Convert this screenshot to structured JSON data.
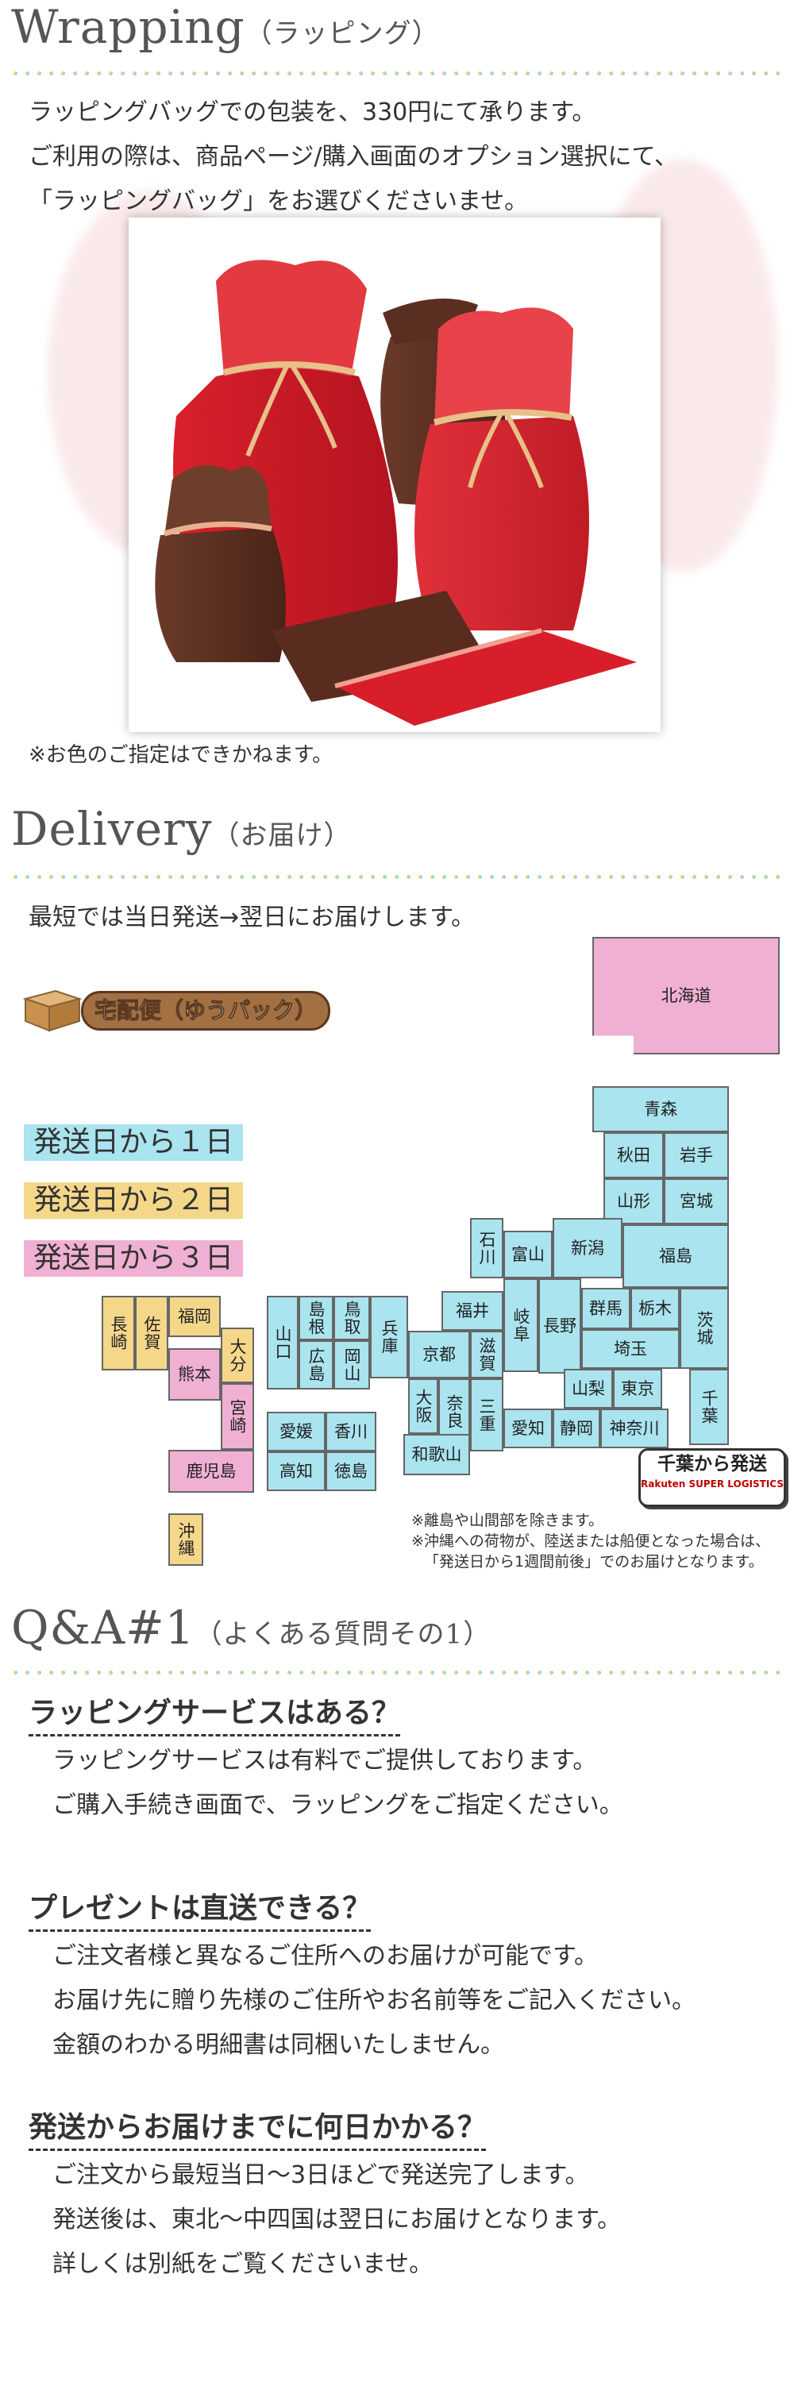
{
  "wrapping": {
    "title": "Wrapping",
    "subtitle": "（ラッピング）",
    "lines": [
      "ラッピングバッグでの包装を、330円にて承ります。",
      "ご利用の際は、商品ページ/購入画面のオプション選択にて、",
      "「ラッピングバッグ」をお選びくださいませ。"
    ],
    "note": "※お色のご指定はできかねます。"
  },
  "delivery": {
    "title": "Delivery",
    "subtitle": "（お届け）",
    "line": "最短では当日発送→翌日にお届けします。",
    "carrier": "宅配便（ゆうパック）",
    "legend": [
      {
        "label": "発送日から１日",
        "color": "#a9e4ef"
      },
      {
        "label": "発送日から２日",
        "color": "#f5d78a"
      },
      {
        "label": "発送日から３日",
        "color": "#f0b0d3"
      }
    ],
    "origin_label": "千葉から発送",
    "origin_brand": "Rakuten SUPER LOGISTICS",
    "notes": [
      "※離島や山間部を除きます。",
      "※沖縄への荷物が、陸送または船便となった場合は、",
      "「発送日から1週間前後」でのお届けとなります。"
    ],
    "prefectures": {
      "hokkaido": "北海道",
      "aomori": "青森",
      "akita": "秋田",
      "iwate": "岩手",
      "yamagata": "山形",
      "miyagi": "宮城",
      "ishikawa": "石川",
      "toyama": "富山",
      "niigata": "新潟",
      "fukushima": "福島",
      "gunma": "群馬",
      "tochigi": "栃木",
      "ibaraki": "茨城",
      "fukui": "福井",
      "gifu": "岐阜",
      "nagano": "長野",
      "saitama": "埼玉",
      "yamanashi": "山梨",
      "tokyo": "東京",
      "chiba": "千葉",
      "kanagawa": "神奈川",
      "shizuoka": "静岡",
      "aichi": "愛知",
      "mie": "三重",
      "shiga": "滋賀",
      "kyoto": "京都",
      "nara": "奈良",
      "osaka": "大阪",
      "wakayama": "和歌山",
      "hyogo": "兵庫",
      "okayama": "岡山",
      "hiroshima": "広島",
      "tottori": "鳥取",
      "shimane": "島根",
      "yamaguchi": "山口",
      "kagawa": "香川",
      "tokushima": "徳島",
      "ehime": "愛媛",
      "kochi": "高知",
      "fukuoka": "福岡",
      "saga": "佐賀",
      "nagasaki": "長崎",
      "oita": "大分",
      "kumamoto": "熊本",
      "miyazaki": "宮崎",
      "kagoshima": "鹿児島",
      "okinawa": "沖縄"
    }
  },
  "qa": {
    "title": "Q&A#1",
    "subtitle": "（よくある質問その1）",
    "items": [
      {
        "q": "ラッピングサービスはある？",
        "a": [
          "ラッピングサービスは有料でご提供しております。",
          "ご購入手続き画面で、ラッピングをご指定ください。"
        ]
      },
      {
        "q": "プレゼントは直送できる？",
        "a": [
          "ご注文者様と異なるご住所へのお届けが可能です。",
          "お届け先に贈り先様のご住所やお名前等をご記入ください。",
          "金額のわかる明細書は同梱いたしません。"
        ]
      },
      {
        "q": "発送からお届けまでに何日かかる？",
        "a": [
          "ご注文から最短当日〜3日ほどで発送完了します。",
          "発送後は、東北〜中四国は翌日にお届けとなります。",
          "詳しくは別紙をご覧くださいませ。"
        ]
      }
    ]
  },
  "colors": {
    "dot1": "#f0a0c0",
    "dot2": "#f5d070",
    "dot3": "#8fd8e8",
    "dot4": "#b8a8e8"
  }
}
